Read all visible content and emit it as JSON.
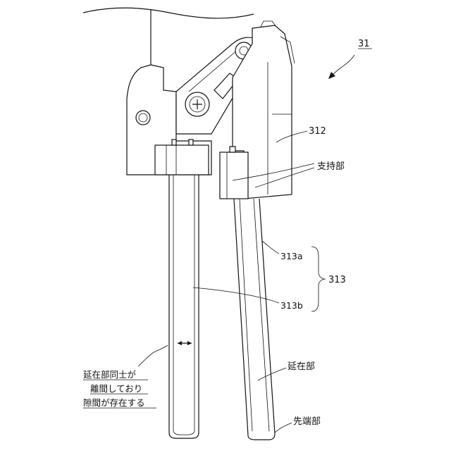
{
  "figure": {
    "ref_main": "31",
    "labels": {
      "part_312": "312",
      "support": "支持部",
      "part_313a": "313a",
      "part_313": "313",
      "part_313b": "313b",
      "extension": "延在部",
      "tip": "先端部"
    },
    "note": {
      "line1": "延在部同士が",
      "line2": "離間しており",
      "line3": "隙間が存在する"
    }
  }
}
